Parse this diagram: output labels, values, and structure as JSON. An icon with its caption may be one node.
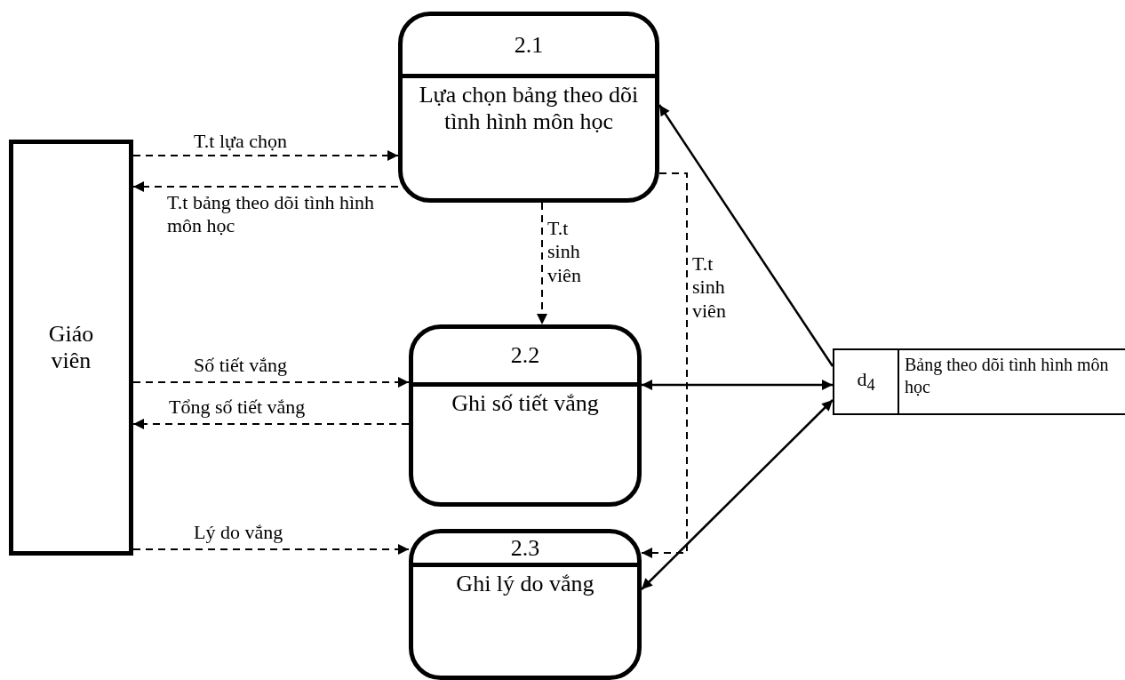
{
  "diagram": {
    "nodes": [
      {
        "text": [
          "Giáo viên"
        ]
      },
      {
        "text": [
          "2.1",
          "Lựa chọn bảng theo dõi tình hình môn học"
        ]
      },
      {
        "text": [
          "2.2",
          "Ghi số tiết vắng"
        ]
      },
      {
        "text": [
          "2.3",
          "Ghi lý do vắng"
        ]
      },
      {
        "text": [
          "d$_{4}$",
          "Bảng theo dõi tình hình môn học"
        ]
      }
    ],
    "edges": [
      {
        "from": 0,
        "to": 1,
        "arrow": "to",
        "label": "T.t lựa chọn",
        "style": "dashed"
      },
      {
        "from": 1,
        "to": 0,
        "arrow": "to",
        "label": "T.t bảng theo dõi tình hình môn học",
        "style": "dashed"
      },
      {
        "from": 1,
        "to": 2,
        "arrow": "to",
        "label": "T.t sinh viên",
        "style": "dashed"
      },
      {
        "from": 1,
        "to": 3,
        "arrow": "to",
        "label": "T.t sinh viên",
        "style": "dashed"
      },
      {
        "from": 0,
        "to": 2,
        "arrow": "to",
        "label": "Số tiết vắng",
        "style": "dashed"
      },
      {
        "from": 2,
        "to": 0,
        "arrow": "to",
        "label": "Tổng số tiết vắng",
        "style": "dashed"
      },
      {
        "from": 0,
        "to": 3,
        "arrow": "to",
        "label": "Lý do vắng",
        "style": "dashed"
      },
      {
        "from": 4,
        "to": 1,
        "arrow": "to"
      },
      {
        "from": 2,
        "to": 4,
        "arrow": "both"
      },
      {
        "from": 3,
        "to": 4,
        "arrow": "both"
      }
    ]
  }
}
